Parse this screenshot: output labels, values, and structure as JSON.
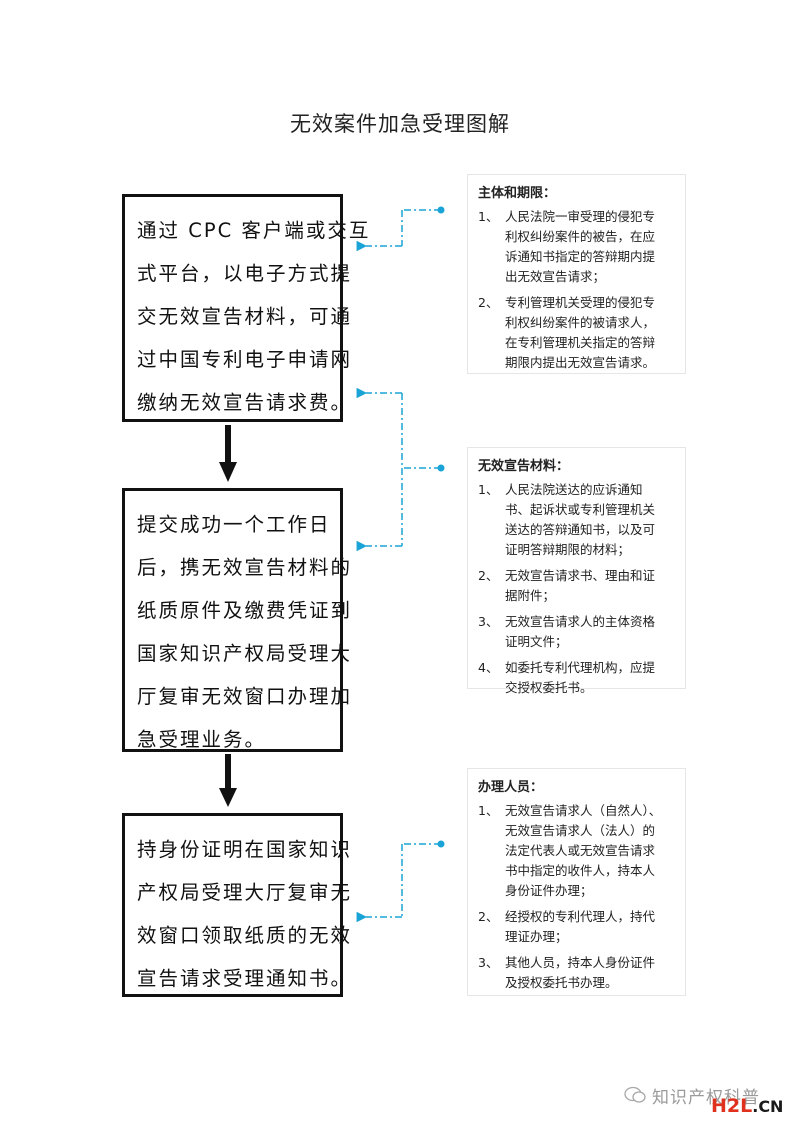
{
  "title": "无效案件加急受理图解",
  "steps": [
    {
      "lines": [
        "通过 CPC 客户端或交互",
        "式平台，以电子方式提",
        "交无效宣告材料，可通",
        "过中国专利电子申请网",
        "缴纳无效宣告请求费。"
      ]
    },
    {
      "lines": [
        "提交成功一个工作日",
        "后，携无效宣告材料的",
        "纸质原件及缴费凭证到",
        "国家知识产权局受理大",
        "厅复审无效窗口办理加",
        "急受理业务。"
      ]
    },
    {
      "lines": [
        "持身份证明在国家知识",
        "产权局受理大厅复审无",
        "效窗口领取纸质的无效",
        "宣告请求受理通知书。"
      ]
    }
  ],
  "notes": [
    {
      "title": "主体和期限：",
      "items": [
        {
          "num": "1、",
          "lines": [
            "人民法院一审受理的侵犯专",
            "利权纠纷案件的被告，在应",
            "诉通知书指定的答辩期内提",
            "出无效宣告请求；"
          ]
        },
        {
          "num": "2、",
          "lines": [
            "专利管理机关受理的侵犯专",
            "利权纠纷案件的被请求人，",
            "在专利管理机关指定的答辩",
            "期限内提出无效宣告请求。"
          ]
        }
      ]
    },
    {
      "title": "无效宣告材料：",
      "items": [
        {
          "num": "1、",
          "lines": [
            "人民法院送达的应诉通知",
            "书、起诉状或专利管理机关",
            "送达的答辩通知书，以及可",
            "证明答辩期限的材料；"
          ]
        },
        {
          "num": "2、",
          "lines": [
            "无效宣告请求书、理由和证",
            "据附件；"
          ]
        },
        {
          "num": "3、",
          "lines": [
            "无效宣告请求人的主体资格",
            "证明文件；"
          ]
        },
        {
          "num": "4、",
          "lines": [
            "如委托专利代理机构，应提",
            "交授权委托书。"
          ]
        }
      ]
    },
    {
      "title": "办理人员：",
      "items": [
        {
          "num": "1、",
          "lines": [
            "无效宣告请求人（自然人）、",
            "无效宣告请求人（法人）的",
            "法定代表人或无效宣告请求",
            "书中指定的收件人，持本人",
            "身份证件办理；"
          ]
        },
        {
          "num": "2、",
          "lines": [
            "经授权的专利代理人，持代",
            "理证办理；"
          ]
        },
        {
          "num": "3、",
          "lines": [
            "其他人员，持本人身份证件",
            "及授权委托书办理。"
          ]
        }
      ]
    }
  ],
  "watermark": "知识产权科普",
  "logo": {
    "part1": "H2L",
    "part2": ".CN"
  },
  "colors": {
    "connector": "#1aa3d6",
    "arrow": "#111111"
  }
}
